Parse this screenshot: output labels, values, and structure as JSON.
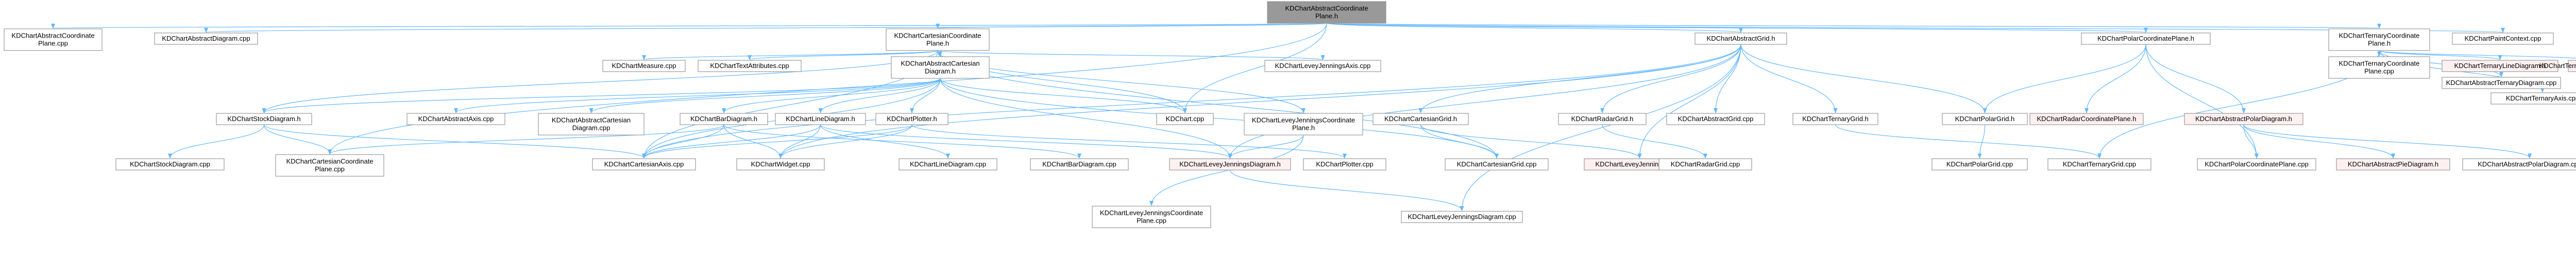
{
  "colors": {
    "edge": "#63b8ff",
    "node_fill": "#ffffff",
    "node_border": "#999999",
    "root_fill": "#999999",
    "root_border": "#666666",
    "highlight_fill": "#fff0f0",
    "highlight_border": "#ff0000",
    "highlight_text": "#cc0000"
  },
  "nodes": [
    {
      "id": "root",
      "lines": [
        "KDChartAbstractCoordinate",
        "Plane.h"
      ],
      "kind": "root"
    },
    {
      "id": "acp_cpp",
      "lines": [
        "KDChartAbstractCoordinate",
        "Plane.cpp"
      ]
    },
    {
      "id": "adiag_cpp",
      "lines": [
        "KDChartAbstractDiagram.cpp"
      ]
    },
    {
      "id": "ccp_h",
      "lines": [
        "KDChartCartesianCoordinate",
        "Plane.h"
      ]
    },
    {
      "id": "agrid_h",
      "lines": [
        "KDChartAbstractGrid.h"
      ]
    },
    {
      "id": "pcp_h",
      "lines": [
        "KDChartPolarCoordinatePlane.h"
      ]
    },
    {
      "id": "tcp_h",
      "lines": [
        "KDChartTernaryCoordinate",
        "Plane.h"
      ]
    },
    {
      "id": "pctx_cpp",
      "lines": [
        "KDChartPaintContext.cpp"
      ]
    },
    {
      "id": "measure_cpp",
      "lines": [
        "KDChartMeasure.cpp"
      ]
    },
    {
      "id": "textattr_cpp",
      "lines": [
        "KDChartTextAttributes.cpp"
      ]
    },
    {
      "id": "acd_h",
      "lines": [
        "KDChartAbstractCartesian",
        "Diagram.h"
      ]
    },
    {
      "id": "lj_axis_cpp",
      "lines": [
        "KDChartLeveyJenningsAxis.cpp"
      ]
    },
    {
      "id": "tcp_cpp",
      "lines": [
        "KDChartTernaryCoordinate",
        "Plane.cpp"
      ]
    },
    {
      "id": "tline_h",
      "lines": [
        "KDChartTernaryLineDiagram.h"
      ],
      "kind": "highlight"
    },
    {
      "id": "tpoint_h",
      "lines": [
        "KDChartTernaryPointDiagram.h"
      ],
      "kind": "highlight"
    },
    {
      "id": "atd_cpp",
      "lines": [
        "KDChartAbstractTernaryDiagram.cpp"
      ]
    },
    {
      "id": "taxis_cpp",
      "lines": [
        "KDChartTernaryAxis.cpp"
      ]
    },
    {
      "id": "stock_h",
      "lines": [
        "KDChartStockDiagram.h"
      ]
    },
    {
      "id": "aaxis_cpp",
      "lines": [
        "KDChartAbstractAxis.cpp"
      ]
    },
    {
      "id": "acd_cpp",
      "lines": [
        "KDChartAbstractCartesian",
        "Diagram.cpp"
      ]
    },
    {
      "id": "bar_h",
      "lines": [
        "KDChartBarDiagram.h"
      ]
    },
    {
      "id": "line_h",
      "lines": [
        "KDChartLineDiagram.h"
      ]
    },
    {
      "id": "plotter_h",
      "lines": [
        "KDChartPlotter.h"
      ]
    },
    {
      "id": "chart_cpp",
      "lines": [
        "KDChart.cpp"
      ]
    },
    {
      "id": "ljcp_h",
      "lines": [
        "KDChartLeveyJenningsCoordinate",
        "Plane.h"
      ]
    },
    {
      "id": "cgrid_h",
      "lines": [
        "KDChartCartesianGrid.h"
      ]
    },
    {
      "id": "rgrid_h",
      "lines": [
        "KDChartRadarGrid.h"
      ]
    },
    {
      "id": "agrid_cpp",
      "lines": [
        "KDChartAbstractGrid.cpp"
      ]
    },
    {
      "id": "tgrid_h",
      "lines": [
        "KDChartTernaryGrid.h"
      ]
    },
    {
      "id": "pgrid_h",
      "lines": [
        "KDChartPolarGrid.h"
      ]
    },
    {
      "id": "rcp_h",
      "lines": [
        "KDChartRadarCoordinatePlane.h"
      ],
      "kind": "highlight"
    },
    {
      "id": "apd_h",
      "lines": [
        "KDChartAbstractPolarDiagram.h"
      ],
      "kind": "highlight"
    },
    {
      "id": "stock_cpp",
      "lines": [
        "KDChartStockDiagram.cpp"
      ]
    },
    {
      "id": "ccp_cpp",
      "lines": [
        "KDChartCartesianCoordinate",
        "Plane.cpp"
      ]
    },
    {
      "id": "caxis_cpp",
      "lines": [
        "KDChartCartesianAxis.cpp"
      ]
    },
    {
      "id": "widget_cpp",
      "lines": [
        "KDChartWidget.cpp"
      ]
    },
    {
      "id": "line_cpp",
      "lines": [
        "KDChartLineDiagram.cpp"
      ]
    },
    {
      "id": "bar_cpp",
      "lines": [
        "KDChartBarDiagram.cpp"
      ]
    },
    {
      "id": "ljd_h",
      "lines": [
        "KDChartLeveyJenningsDiagram.h"
      ],
      "kind": "highlight"
    },
    {
      "id": "plotter_cpp",
      "lines": [
        "KDChartPlotter.cpp"
      ]
    },
    {
      "id": "cgrid_cpp",
      "lines": [
        "KDChartCartesianGrid.cpp"
      ]
    },
    {
      "id": "ljgrid_h",
      "lines": [
        "KDChartLeveyJenningsGrid.h"
      ],
      "kind": "highlight"
    },
    {
      "id": "rgrid_cpp",
      "lines": [
        "KDChartRadarGrid.cpp"
      ]
    },
    {
      "id": "pgrid_cpp",
      "lines": [
        "KDChartPolarGrid.cpp"
      ]
    },
    {
      "id": "tgrid_cpp",
      "lines": [
        "KDChartTernaryGrid.cpp"
      ]
    },
    {
      "id": "pcp_cpp",
      "lines": [
        "KDChartPolarCoordinatePlane.cpp"
      ]
    },
    {
      "id": "apie_h",
      "lines": [
        "KDChartAbstractPieDiagram.h"
      ],
      "kind": "highlight"
    },
    {
      "id": "apd_cpp",
      "lines": [
        "KDChartAbstractPolarDiagram.cpp"
      ]
    },
    {
      "id": "ljcp_cpp",
      "lines": [
        "KDChartLeveyJenningsCoordinate",
        "Plane.cpp"
      ]
    },
    {
      "id": "ljd_cpp",
      "lines": [
        "KDChartLeveyJenningsDiagram.cpp"
      ]
    }
  ],
  "edges": [
    [
      "root",
      "acp_cpp"
    ],
    [
      "root",
      "adiag_cpp"
    ],
    [
      "root",
      "ccp_h"
    ],
    [
      "root",
      "agrid_h"
    ],
    [
      "root",
      "pcp_h"
    ],
    [
      "root",
      "tcp_h"
    ],
    [
      "root",
      "pctx_cpp"
    ],
    [
      "root",
      "chart_cpp"
    ],
    [
      "root",
      "ccp_cpp"
    ],
    [
      "ccp_h",
      "measure_cpp"
    ],
    [
      "ccp_h",
      "textattr_cpp"
    ],
    [
      "ccp_h",
      "acd_h"
    ],
    [
      "ccp_h",
      "lj_axis_cpp"
    ],
    [
      "ccp_h",
      "ljcp_h"
    ],
    [
      "ccp_h",
      "stock_h"
    ],
    [
      "ccp_h",
      "chart_cpp"
    ],
    [
      "ccp_h",
      "cgrid_cpp"
    ],
    [
      "ccp_h",
      "caxis_cpp"
    ],
    [
      "acd_h",
      "stock_h"
    ],
    [
      "acd_h",
      "aaxis_cpp"
    ],
    [
      "acd_h",
      "acd_cpp"
    ],
    [
      "acd_h",
      "bar_h"
    ],
    [
      "acd_h",
      "line_h"
    ],
    [
      "acd_h",
      "plotter_h"
    ],
    [
      "acd_h",
      "chart_cpp"
    ],
    [
      "acd_h",
      "ljd_h"
    ],
    [
      "acd_h",
      "caxis_cpp"
    ],
    [
      "acd_h",
      "cgrid_cpp"
    ],
    [
      "stock_h",
      "stock_cpp"
    ],
    [
      "stock_h",
      "ccp_cpp"
    ],
    [
      "stock_h",
      "caxis_cpp"
    ],
    [
      "bar_h",
      "caxis_cpp"
    ],
    [
      "bar_h",
      "widget_cpp"
    ],
    [
      "bar_h",
      "bar_cpp"
    ],
    [
      "bar_h",
      "ccp_cpp"
    ],
    [
      "line_h",
      "caxis_cpp"
    ],
    [
      "line_h",
      "widget_cpp"
    ],
    [
      "line_h",
      "line_cpp"
    ],
    [
      "line_h",
      "ljd_h"
    ],
    [
      "plotter_h",
      "widget_cpp"
    ],
    [
      "plotter_h",
      "plotter_cpp"
    ],
    [
      "plotter_h",
      "caxis_cpp"
    ],
    [
      "ljcp_h",
      "ljcp_cpp"
    ],
    [
      "ljcp_h",
      "ljd_h"
    ],
    [
      "ljd_h",
      "ljd_cpp"
    ],
    [
      "agrid_h",
      "cgrid_h"
    ],
    [
      "agrid_h",
      "rgrid_h"
    ],
    [
      "agrid_h",
      "agrid_cpp"
    ],
    [
      "agrid_h",
      "tgrid_h"
    ],
    [
      "agrid_h",
      "pgrid_h"
    ],
    [
      "agrid_h",
      "ljgrid_h"
    ],
    [
      "agrid_h",
      "ljd_h"
    ],
    [
      "agrid_h",
      "caxis_cpp"
    ],
    [
      "agrid_h",
      "ljd_cpp"
    ],
    [
      "agrid_h",
      "widget_cpp"
    ],
    [
      "cgrid_h",
      "cgrid_cpp"
    ],
    [
      "cgrid_h",
      "ljgrid_h"
    ],
    [
      "rgrid_h",
      "rgrid_cpp"
    ],
    [
      "pgrid_h",
      "pgrid_cpp"
    ],
    [
      "tgrid_h",
      "tgrid_cpp"
    ],
    [
      "pcp_h",
      "pgrid_h"
    ],
    [
      "pcp_h",
      "rcp_h"
    ],
    [
      "pcp_h",
      "apd_h"
    ],
    [
      "pcp_h",
      "pcp_cpp"
    ],
    [
      "apd_h",
      "apie_h"
    ],
    [
      "apd_h",
      "apd_cpp"
    ],
    [
      "apd_h",
      "pcp_cpp"
    ],
    [
      "tcp_h",
      "tcp_cpp"
    ],
    [
      "tcp_h",
      "tline_h"
    ],
    [
      "tcp_h",
      "tpoint_h"
    ],
    [
      "tcp_h",
      "atd_cpp"
    ],
    [
      "tcp_h",
      "taxis_cpp"
    ],
    [
      "tcp_h",
      "tgrid_cpp"
    ]
  ]
}
